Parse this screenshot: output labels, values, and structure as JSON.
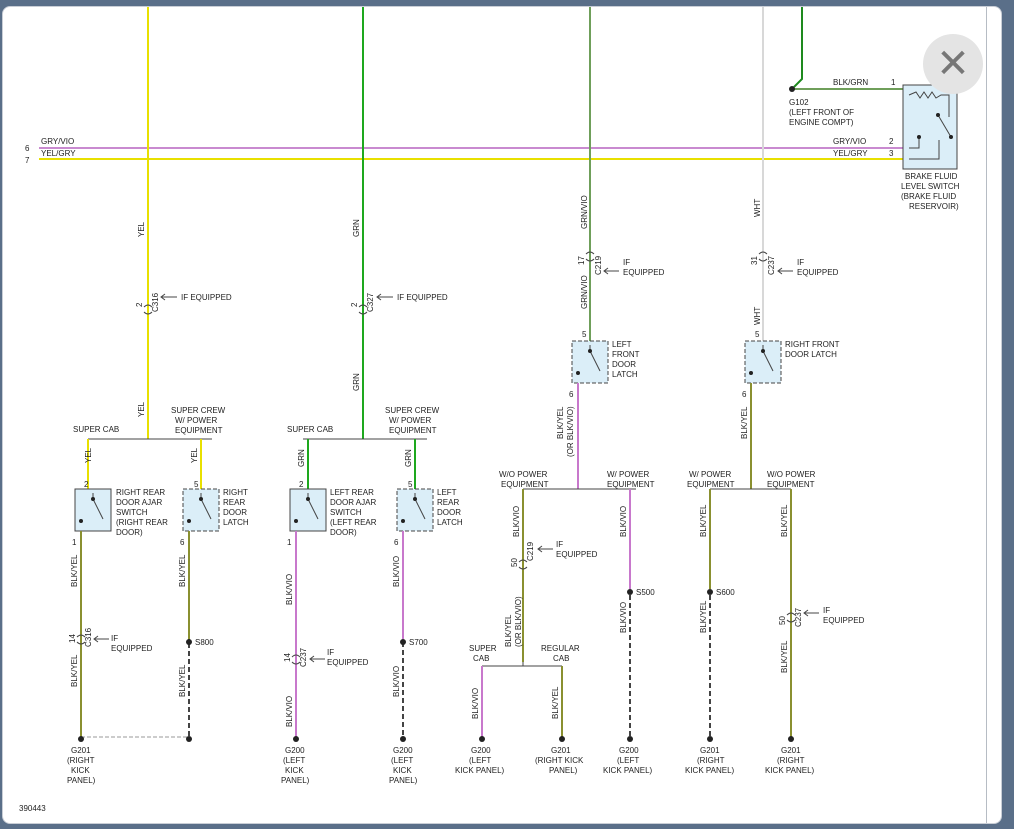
{
  "figure_id": "390443",
  "close_icon_glyph": "✕",
  "colors": {
    "yel": "#e8e000",
    "grn": "#1ea81e",
    "vio": "#c878cc",
    "grnvio": "#6f9f5a",
    "blkyel": "#8a9030",
    "wht": "#d8d8d8",
    "blk": "#333333",
    "gryvio": "#c98ad0"
  },
  "connectors": {
    "c316": "C316",
    "c327": "C327",
    "c219": "C219",
    "c237": "C237"
  },
  "pins": {
    "p1": "1",
    "p2": "2",
    "p3": "3",
    "p5": "5",
    "p6": "6",
    "p7": "7",
    "p14": "14",
    "p17": "17",
    "p31": "31",
    "p50": "50"
  },
  "labels": {
    "if_equipped": "IF EQUIPPED",
    "if": "IF",
    "equipped": "EQUIPPED",
    "yel": "YEL",
    "grn": "GRN",
    "grn_vio": "GRN/VIO",
    "wht": "WHT",
    "blk_yel": "BLK/YEL",
    "blk_vio": "BLK/VIO",
    "blk_grn": "BLK/GRN",
    "gry_vio": "GRY/VIO",
    "yel_gry": "YEL/GRY",
    "or_blk_vio": "(OR BLK/VIO)",
    "super_cab": "SUPER CAB",
    "super": "SUPER",
    "cab": "CAB",
    "super_crew_1": "SUPER CREW",
    "super_crew_2": "W/ POWER",
    "super_crew_3": "EQUIPMENT",
    "wo_power_1": "W/O POWER",
    "w_power_1": "W/ POWER",
    "equipment": "EQUIPMENT",
    "regular_cab_1": "REGULAR",
    "regular_cab_2": "CAB",
    "s800": "S800",
    "s700": "S700",
    "s500": "S500",
    "s600": "S600",
    "g102_1": "G102",
    "g102_2": "(LEFT FRONT OF",
    "g102_3": "ENGINE COMPT)",
    "brake_1": "BRAKE FLUID",
    "brake_2": "LEVEL SWITCH",
    "brake_3": "(BRAKE FLUID",
    "brake_4": "RESERVOIR)",
    "rrajar_1": "RIGHT REAR",
    "rrajar_2": "DOOR AJAR",
    "rrajar_3": "SWITCH",
    "rrajar_4": "(RIGHT REAR",
    "rrajar_5": "DOOR)",
    "rrlatch_1": "RIGHT",
    "rrlatch_2": "REAR",
    "rrlatch_3": "DOOR",
    "rrlatch_4": "LATCH",
    "lrajar_1": "LEFT REAR",
    "lrajar_2": "DOOR AJAR",
    "lrajar_3": "SWITCH",
    "lrajar_4": "(LEFT REAR",
    "lrajar_5": "DOOR)",
    "lrlatch_1": "LEFT",
    "lrlatch_2": "REAR",
    "lrlatch_3": "DOOR",
    "lrlatch_4": "LATCH",
    "lflatch_1": "LEFT",
    "lflatch_2": "FRONT",
    "lflatch_3": "DOOR",
    "lflatch_4": "LATCH",
    "rflatch_1": "RIGHT FRONT",
    "rflatch_2": "DOOR LATCH",
    "g201": "G201",
    "g200": "G200",
    "right": "(RIGHT",
    "left": "(LEFT",
    "kick": "KICK",
    "panel": "PANEL)",
    "right_kick_panel": "(RIGHT KICK",
    "left_kick_panel": "(LEFT",
    "kick_panel": "KICK PANEL)",
    "panel_only": "PANEL)"
  }
}
